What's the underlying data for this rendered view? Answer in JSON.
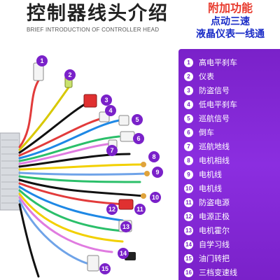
{
  "header": {
    "title": "控制器线头介绍",
    "subtitle": "BRIEF INTRODUCTION OF CONTROLLER HEAD"
  },
  "promo": {
    "line1": "附加功能",
    "line2": "点动三速",
    "line3": "液晶仪表一线通"
  },
  "legend": [
    {
      "num": "1",
      "label": "高电平刹车"
    },
    {
      "num": "2",
      "label": "仪表"
    },
    {
      "num": "3",
      "label": "防盗信号"
    },
    {
      "num": "4",
      "label": "低电平刹车"
    },
    {
      "num": "5",
      "label": "巡航信号"
    },
    {
      "num": "6",
      "label": "倒车"
    },
    {
      "num": "7",
      "label": "巡航地线"
    },
    {
      "num": "8",
      "label": "电机相线"
    },
    {
      "num": "9",
      "label": "电机线"
    },
    {
      "num": "10",
      "label": "电机线"
    },
    {
      "num": "11",
      "label": "防盗电源"
    },
    {
      "num": "12",
      "label": "电源正极"
    },
    {
      "num": "13",
      "label": "电机霍尔"
    },
    {
      "num": "14",
      "label": "自学习线"
    },
    {
      "num": "15",
      "label": "油门转把"
    },
    {
      "num": "16",
      "label": "三档变速线"
    }
  ],
  "callouts": [
    "1",
    "2",
    "3",
    "4",
    "5",
    "6",
    "7",
    "8",
    "9",
    "10",
    "11",
    "12",
    "13",
    "14",
    "15"
  ],
  "colors": {
    "panel": "#7a21c9",
    "callout": "#7a21c9",
    "promo_red": "#e8392c",
    "promo_blue": "#1a2cc7"
  }
}
